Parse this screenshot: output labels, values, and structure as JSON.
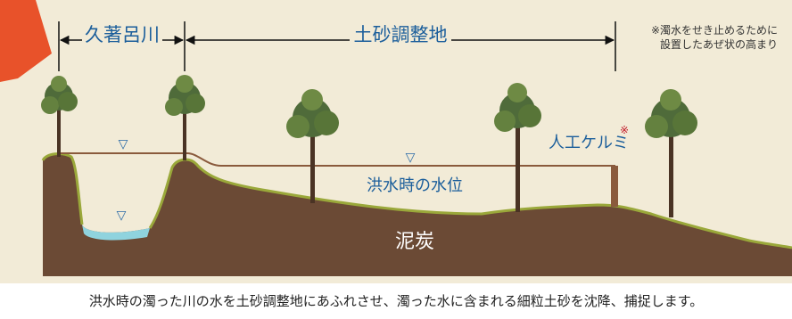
{
  "labels": {
    "river": "久著呂川",
    "basin": "土砂調整地",
    "note_line1": "※濁水をせき止めるために",
    "note_line2": "設置したあぜ状の高まり",
    "levee": "人工ケルミ",
    "levee_mark": "※",
    "flood_level": "洪水時の水位",
    "peat": "泥炭",
    "caption": "洪水時の濁った川の水を土砂調整地にあふれさせ、濁った水に含まれる細粒土砂を沈降、捕捉します。"
  },
  "symbols": {
    "water_level_mark": "▽"
  },
  "colors": {
    "panel_background": "#f2ebd7",
    "peat": "#6b4a35",
    "grass_edge": "#9aa83a",
    "river_water": "#8fd3de",
    "flood_line": "#8a5a3c",
    "label_text": "#1b5e9b",
    "arrow": "#e8522a"
  }
}
